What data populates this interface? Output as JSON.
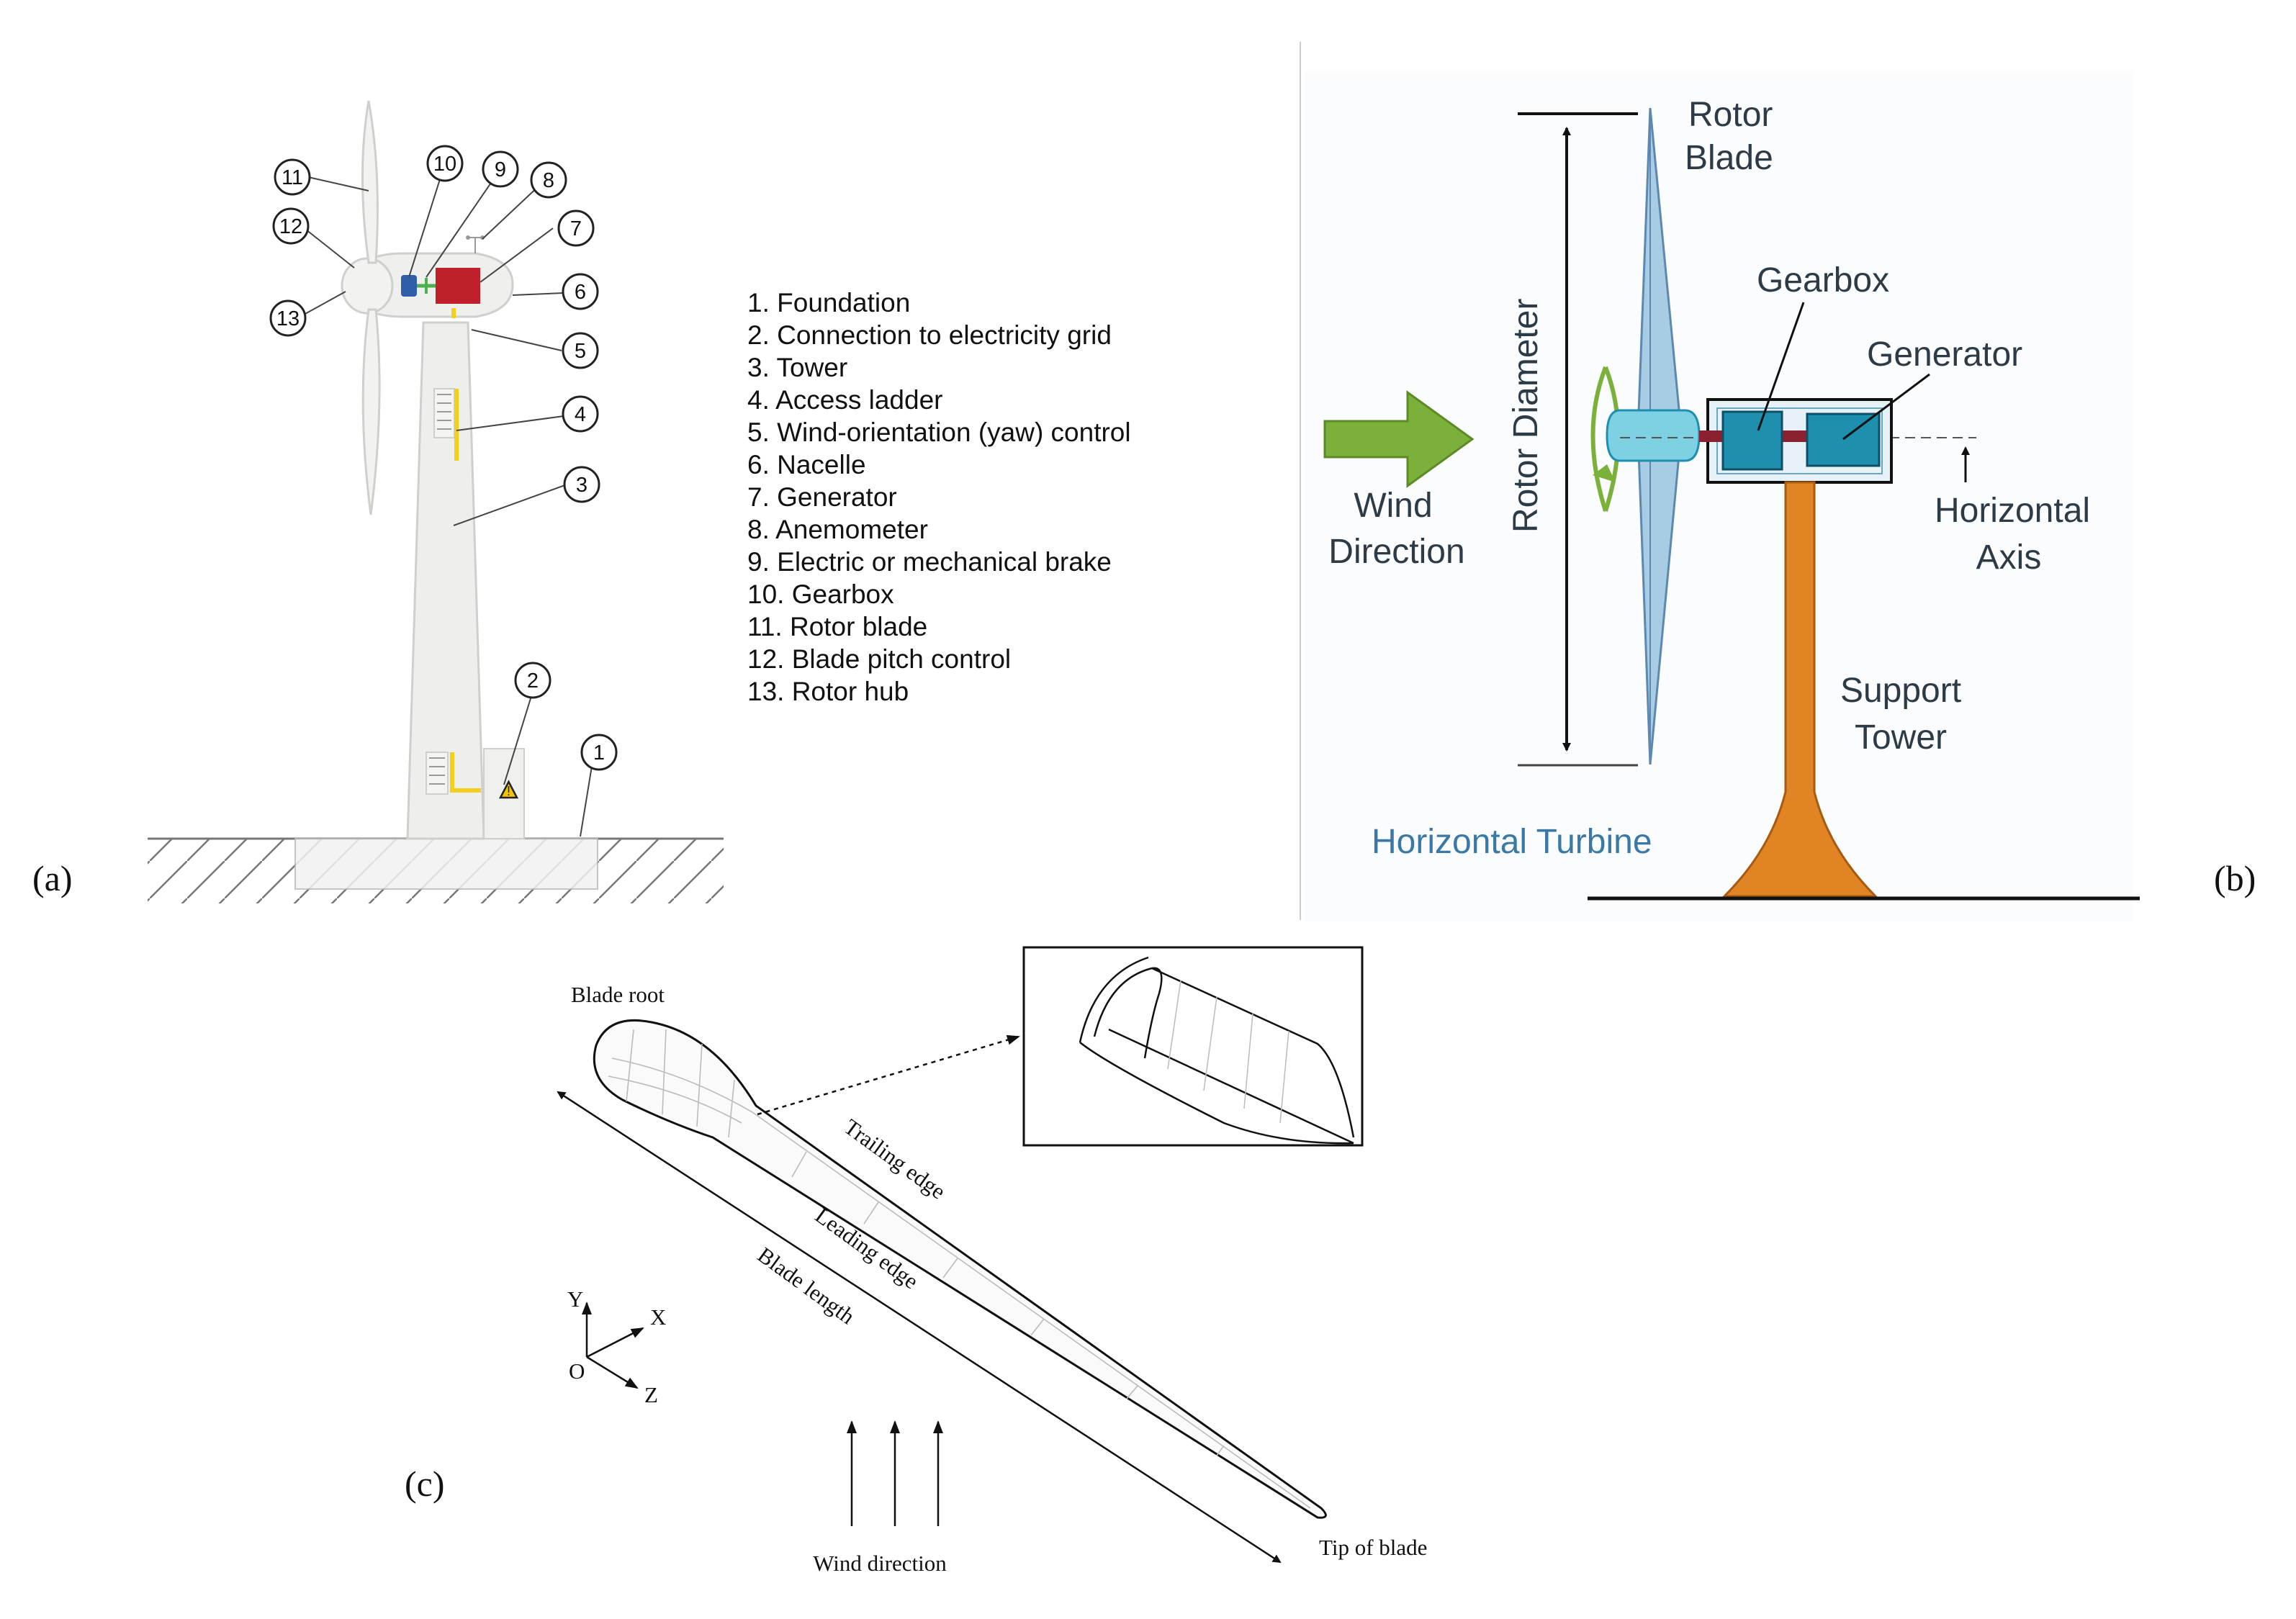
{
  "panel_a": {
    "label": "(a)",
    "legend": [
      "1. Foundation",
      "2. Connection to electricity grid",
      "3. Tower",
      "4. Access ladder",
      "5. Wind-orientation (yaw) control",
      "6. Nacelle",
      "7. Generator",
      "8. Anemometer",
      "9. Electric or mechanical brake",
      "10. Gearbox",
      "11. Rotor blade",
      "12. Blade pitch control",
      "13. Rotor hub"
    ],
    "callouts": [
      "1",
      "2",
      "3",
      "4",
      "5",
      "6",
      "7",
      "8",
      "9",
      "10",
      "11",
      "12",
      "13"
    ]
  },
  "panel_b": {
    "label": "(b)",
    "rotor_blade_line1": "Rotor",
    "rotor_blade_line2": "Blade",
    "rotor_diameter": "Rotor Diameter",
    "gearbox": "Gearbox",
    "generator": "Generator",
    "wind_line1": "Wind",
    "wind_line2": "Direction",
    "axis_line1": "Horizontal",
    "axis_line2": "Axis",
    "tower_line1": "Support",
    "tower_line2": "Tower",
    "title": "Horizontal Turbine"
  },
  "panel_c": {
    "label": "(c)",
    "blade_root": "Blade root",
    "trailing_edge": "Trailing edge",
    "leading_edge": "Leading edge",
    "blade_length": "Blade length",
    "tip_of_blade": "Tip of blade",
    "wind_direction": "Wind direction",
    "axis_y": "Y",
    "axis_x": "X",
    "axis_z": "Z",
    "axis_o": "O"
  },
  "colors": {
    "generator_red": "#c0202a",
    "gearbox_blue": "#2f5fa8",
    "ladder_yellow": "#f2d01c",
    "wind_arrow_green": "#7bb03a",
    "tower_orange": "#e08424",
    "nacelle_teal": "#1f8fb0",
    "rotor_blue": "#a9cce5"
  }
}
